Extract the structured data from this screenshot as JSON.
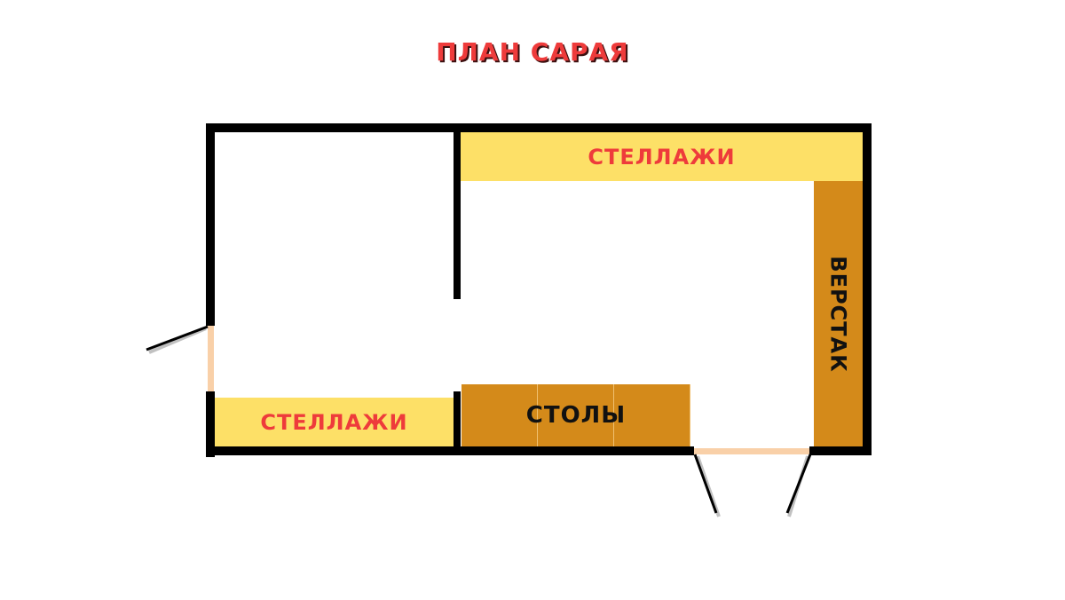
{
  "title": "ПЛАН САРАЯ",
  "zones": {
    "shelves_top": "СТЕЛЛАЖИ",
    "shelves_bottom": "СТЕЛЛАЖИ",
    "workbench": "ВЕРСТАК",
    "tables": "СТОЛЫ"
  },
  "colors": {
    "title": "#ee3b3b",
    "walls": "#000000",
    "shelves": "#fde067",
    "furniture": "#d48a1a",
    "doors": "#f9d0a8"
  }
}
